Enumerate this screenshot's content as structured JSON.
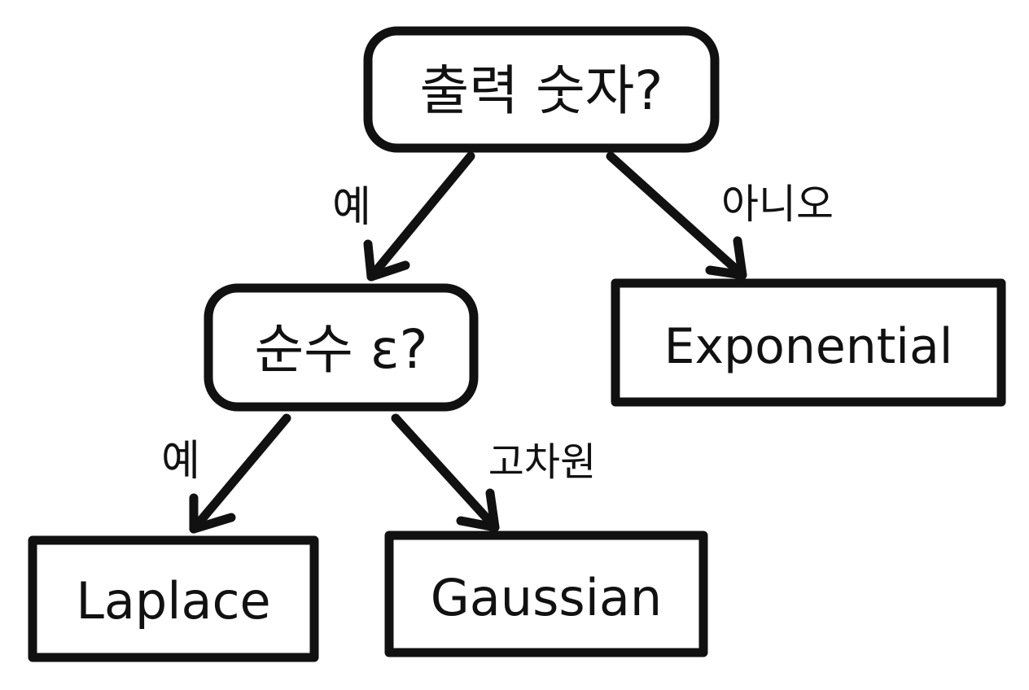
{
  "diagram": {
    "nodes": {
      "root": {
        "label": "출력 숫자?",
        "shape": "rounded"
      },
      "pure_epsilon": {
        "label": "순수 ε?",
        "shape": "rounded"
      },
      "exponential": {
        "label": "Exponential",
        "shape": "rect"
      },
      "laplace": {
        "label": "Laplace",
        "shape": "rect"
      },
      "gaussian": {
        "label": "Gaussian",
        "shape": "rect"
      }
    },
    "edges": {
      "root_yes": {
        "from": "root",
        "to": "pure_epsilon",
        "label": "예"
      },
      "root_no": {
        "from": "root",
        "to": "exponential",
        "label": "아니오"
      },
      "pure_yes": {
        "from": "pure_epsilon",
        "to": "laplace",
        "label": "예"
      },
      "pure_high_dim": {
        "from": "pure_epsilon",
        "to": "gaussian",
        "label": "고차원"
      }
    },
    "colors": {
      "stroke": "#111111",
      "background": "#ffffff"
    }
  }
}
